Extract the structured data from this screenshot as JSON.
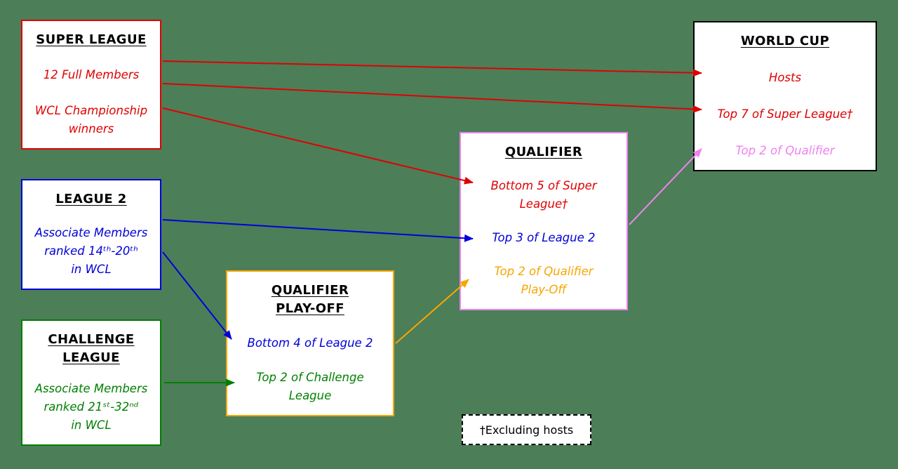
{
  "colors": {
    "background": "#4c7e58",
    "red": "#e00000",
    "blue": "#0000d9",
    "green": "#008000",
    "orange": "#f7a600",
    "violet": "#ee82ee",
    "black": "#000000"
  },
  "boxes": {
    "super_league": {
      "title": "SUPER LEAGUE",
      "item1": "12 Full Members",
      "item2": "WCL Championship\nwinners"
    },
    "league2": {
      "title": "LEAGUE 2",
      "item1": "Associate Members\nranked 14ᵗʰ-20ᵗʰ\nin WCL"
    },
    "challenge_league": {
      "title": "CHALLENGE\nLEAGUE",
      "item1": "Associate Members\nranked 21ˢᵗ-32ⁿᵈ\nin WCL"
    },
    "qualifier_playoff": {
      "title": "QUALIFIER\nPLAY-OFF",
      "item1": "Bottom 4 of League 2",
      "item2": "Top 2 of Challenge\nLeague"
    },
    "qualifier": {
      "title": "QUALIFIER",
      "item1": "Bottom 5 of Super\nLeague†",
      "item2": "Top 3 of League 2",
      "item3": "Top 2 of Qualifier\nPlay-Off"
    },
    "world_cup": {
      "title": "WORLD CUP",
      "item1": "Hosts",
      "item2": "Top 7 of Super League†",
      "item3": "Top 2 of Qualifier"
    },
    "footnote": "†Excluding hosts"
  }
}
